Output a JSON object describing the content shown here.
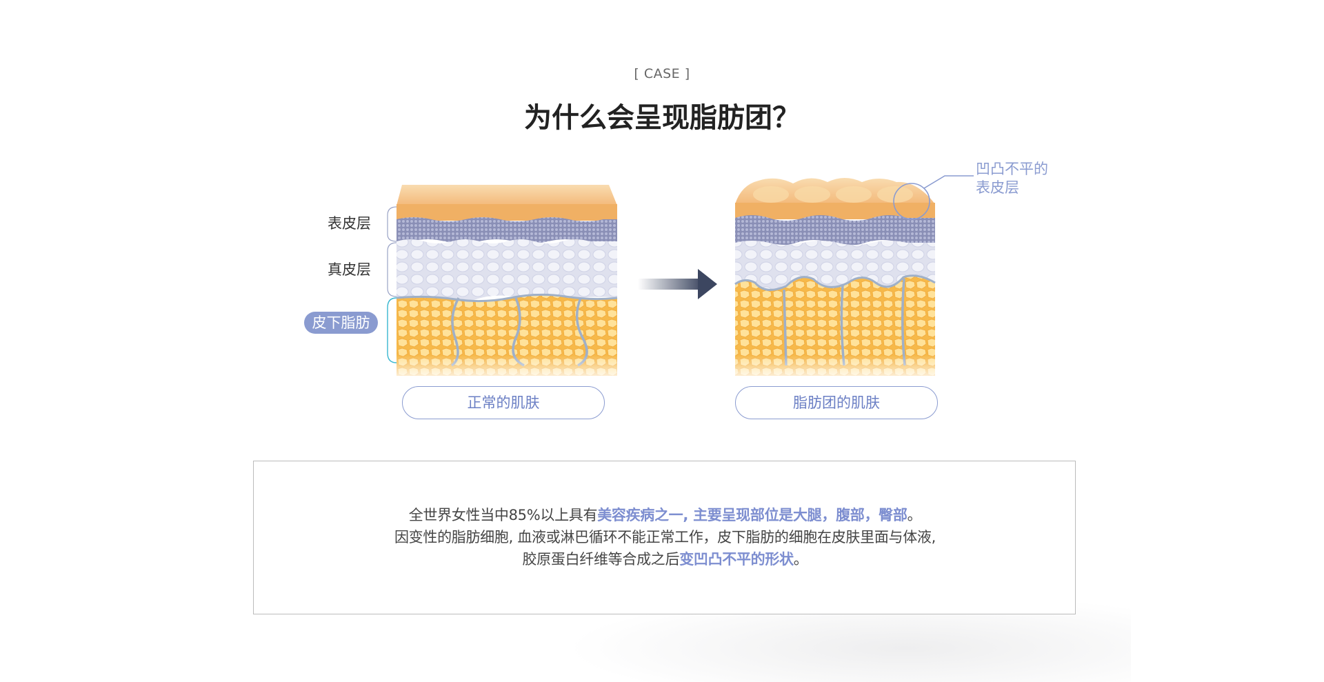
{
  "header": {
    "case_tag": "[ CASE ]",
    "title": "为什么会呈现脂肪团？"
  },
  "layers": {
    "epidermis": "表皮层",
    "dermis": "真皮层",
    "subcutaneous_fat": "皮下脂肪"
  },
  "annotation": {
    "line1": "凹凸不平的",
    "line2": "表皮层"
  },
  "captions": {
    "normal": "正常的肌肤",
    "cellulite": "脂肪团的肌肤"
  },
  "description": {
    "line1_a": "全世界女性当中85%以上具有",
    "line1_b": "美容疾病之一, 主要呈现部位是大腿，腹部，臀部",
    "line1_c": "。",
    "line2": "因变性的脂肪细胞, 血液或淋巴循环不能正常工作，皮下脂肪的细胞在皮肤里面与体液,",
    "line3_a": "胶原蛋白纤维等合成之后",
    "line3_b": "变凹凸不平的形状",
    "line3_c": "。"
  },
  "colors": {
    "accent": "#8a9bd0",
    "epidermis_top": "#f5c98e",
    "epidermis_cells": "#7f86ad",
    "dermis": "#e4e6f1",
    "fat": "#fbd273",
    "arrow": "#3c4660"
  },
  "icons": [
    "arrow-right-icon",
    "magnifier-circle-icon"
  ]
}
